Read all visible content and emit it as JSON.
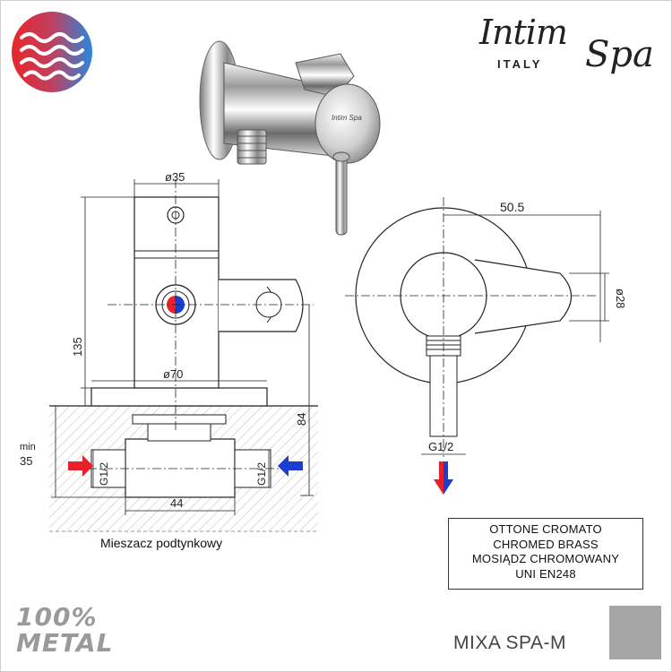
{
  "brand": {
    "name_part1": "Intim",
    "name_part2": "Spa",
    "country": "ITALY",
    "logo_colors": [
      "#e02b2b",
      "#2a7fd4"
    ]
  },
  "product": {
    "model": "MIXA SPA-M",
    "caption": "Mieszacz podtynkowy",
    "badge_line1": "100%",
    "badge_line2": "METAL",
    "swatch_color": "#a6a6a6",
    "engraved_mark": "Intim Spa"
  },
  "material_box": {
    "lines": [
      "OTTONE CROMATO",
      "CHROMED BRASS",
      "MOSIĄDZ CHROMOWANY",
      "UNI EN248"
    ]
  },
  "dimensions": {
    "d35": "ø35",
    "d70": "ø70",
    "h135": "135",
    "h84": "84",
    "min_label": "min",
    "min_value": "35",
    "w44": "44",
    "thread_left": "G1/2",
    "thread_right": "G1/2",
    "thread_side": "G1/2",
    "w50_5": "50.5",
    "d28": "ø28"
  },
  "flow_colors": {
    "hot": "#e8202a",
    "cold": "#1a3fd0"
  }
}
